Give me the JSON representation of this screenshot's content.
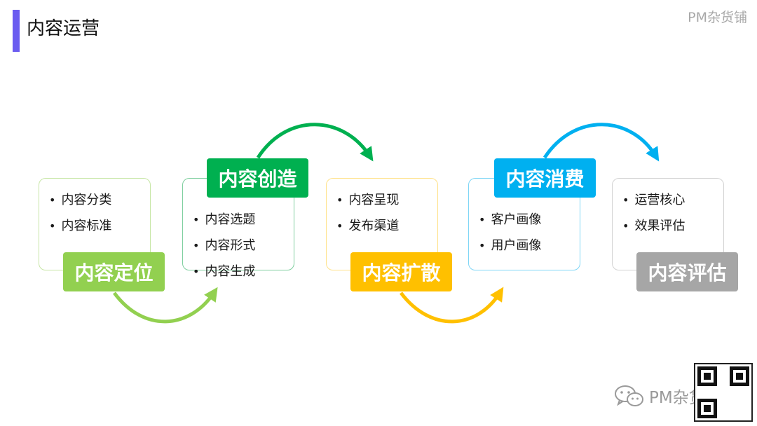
{
  "header": {
    "title": "内容运营",
    "brand": "PM杂货铺"
  },
  "stages": [
    {
      "label": "内容定位",
      "color": "#92d050",
      "items": [
        "内容分类",
        "内容标准"
      ]
    },
    {
      "label": "内容创造",
      "color": "#00b050",
      "items": [
        "内容选题",
        "内容形式",
        "内容生成"
      ]
    },
    {
      "label": "内容扩散",
      "color": "#ffc000",
      "items": [
        "内容呈现",
        "发布渠道"
      ]
    },
    {
      "label": "内容消费",
      "color": "#00b0f0",
      "items": [
        "客户画像",
        "用户画像"
      ]
    },
    {
      "label": "内容评估",
      "color": "#a6a6a6",
      "items": [
        "运营核心",
        "效果评估"
      ]
    }
  ],
  "footer": {
    "brand": "PM杂货铺",
    "icons": [
      "wechat-icon",
      "qr-code"
    ]
  }
}
